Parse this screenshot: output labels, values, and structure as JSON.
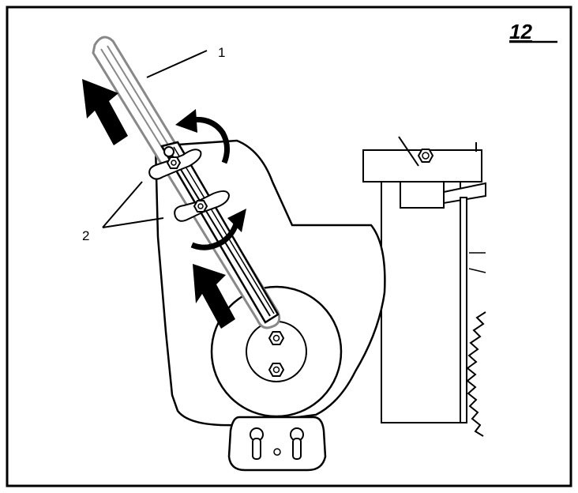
{
  "figure": {
    "number": "12",
    "callouts": [
      {
        "id": "1",
        "label": "1"
      },
      {
        "id": "2",
        "label": "2"
      }
    ]
  },
  "colors": {
    "line": "#000000",
    "fill": "#ffffff"
  },
  "icons": [
    "up-left-arrow-icon",
    "rotate-arrow-icon",
    "bolt-icon",
    "wing-nut-icon"
  ]
}
